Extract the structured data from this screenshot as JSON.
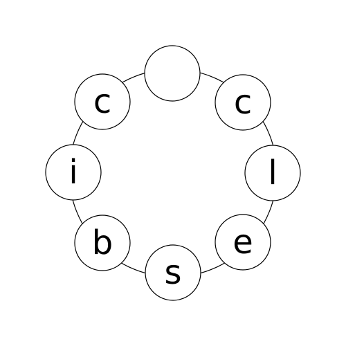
{
  "puzzle": {
    "tiles": [
      {
        "letter": ""
      },
      {
        "letter": "c"
      },
      {
        "letter": "l"
      },
      {
        "letter": "e"
      },
      {
        "letter": "s"
      },
      {
        "letter": "b"
      },
      {
        "letter": "i"
      },
      {
        "letter": "c"
      }
    ]
  },
  "colors": {
    "stroke": "#000000",
    "tile_fill": "#ffffff",
    "text": "#000000"
  }
}
